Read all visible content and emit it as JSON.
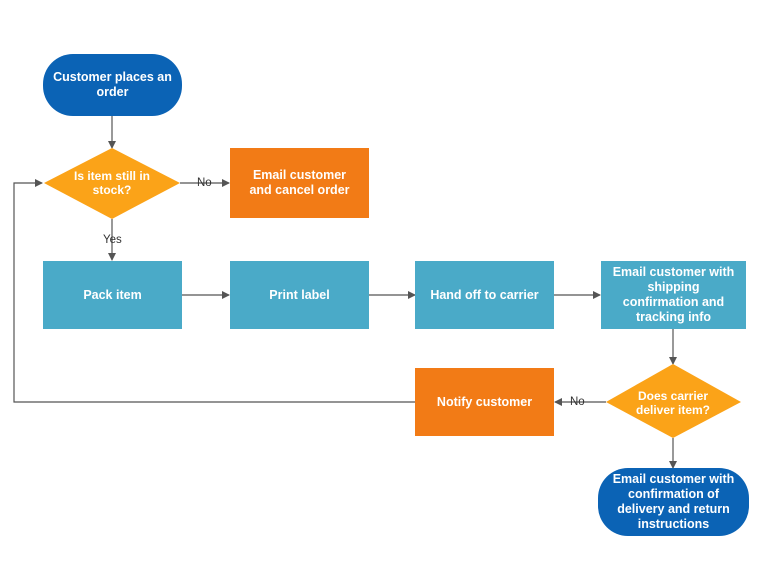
{
  "colors": {
    "terminal": "#0b63b5",
    "decision": "#fba318",
    "process": "#4aaac8",
    "alert": "#f27b16",
    "connector": "#555555"
  },
  "nodes": {
    "start": "Customer places an order",
    "in_stock": "Is item still in stock?",
    "cancel": "Email customer and cancel order",
    "pack": "Pack item",
    "print_label": "Print label",
    "hand_off": "Hand off to carrier",
    "shipping_email": "Email customer with shipping confirmation and tracking info",
    "carrier_delivers": "Does carrier deliver item?",
    "notify": "Notify customer",
    "delivery_email": "Email customer with confirmation of delivery and return instructions"
  },
  "edge_labels": {
    "stock_no": "No",
    "stock_yes": "Yes",
    "deliver_no": "No"
  }
}
